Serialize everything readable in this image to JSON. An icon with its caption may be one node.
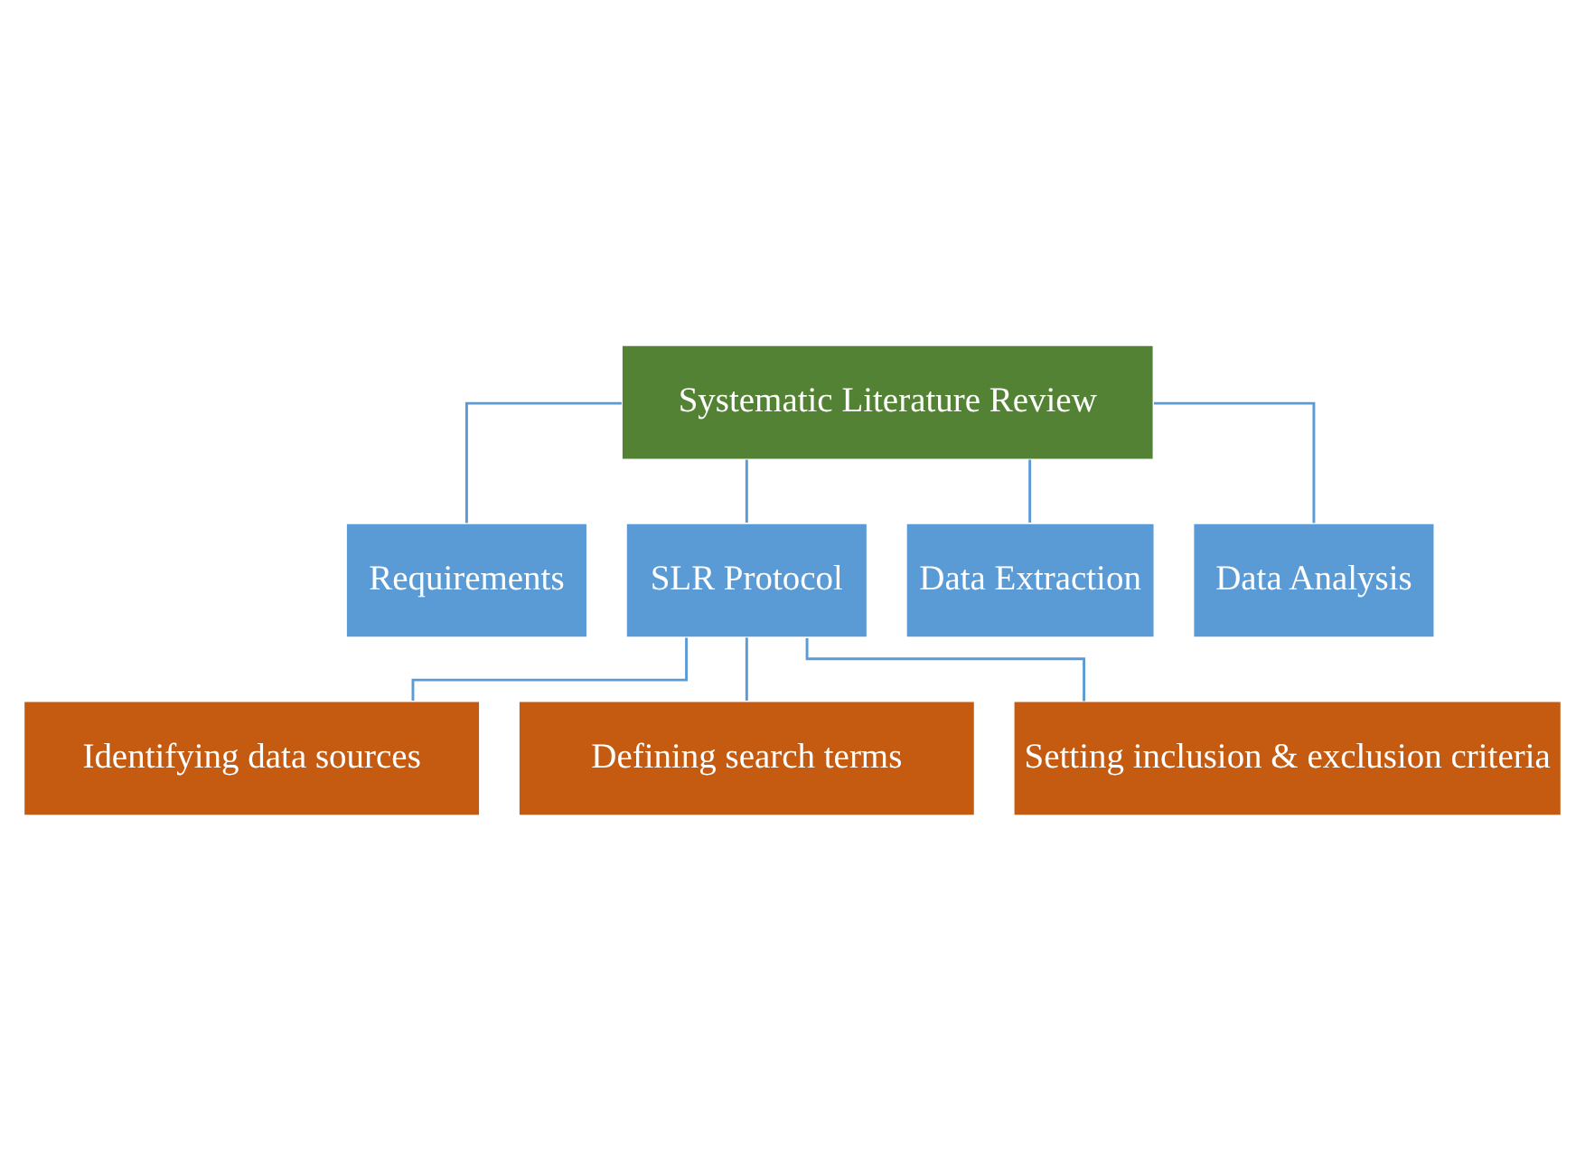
{
  "diagram": {
    "nodes": [
      {
        "text": [
          "Systematic Literature Review"
        ]
      },
      {
        "text": [
          "Requirements"
        ]
      },
      {
        "text": [
          "SLR Protocol"
        ]
      },
      {
        "text": [
          "Data Extraction"
        ]
      },
      {
        "text": [
          "Data Analysis"
        ]
      },
      {
        "text": [
          "Identifying data sources"
        ]
      },
      {
        "text": [
          "Defining search terms"
        ]
      },
      {
        "text": [
          "Setting inclusion & exclusion criteria"
        ]
      }
    ],
    "edges": [
      {
        "from": 0,
        "to": 1,
        "arrow": "none"
      },
      {
        "from": 0,
        "to": 2,
        "arrow": "none"
      },
      {
        "from": 0,
        "to": 3,
        "arrow": "none"
      },
      {
        "from": 0,
        "to": 4,
        "arrow": "none"
      },
      {
        "from": 2,
        "to": 5,
        "arrow": "none"
      },
      {
        "from": 2,
        "to": 6,
        "arrow": "none"
      },
      {
        "from": 2,
        "to": 7,
        "arrow": "none"
      }
    ]
  }
}
